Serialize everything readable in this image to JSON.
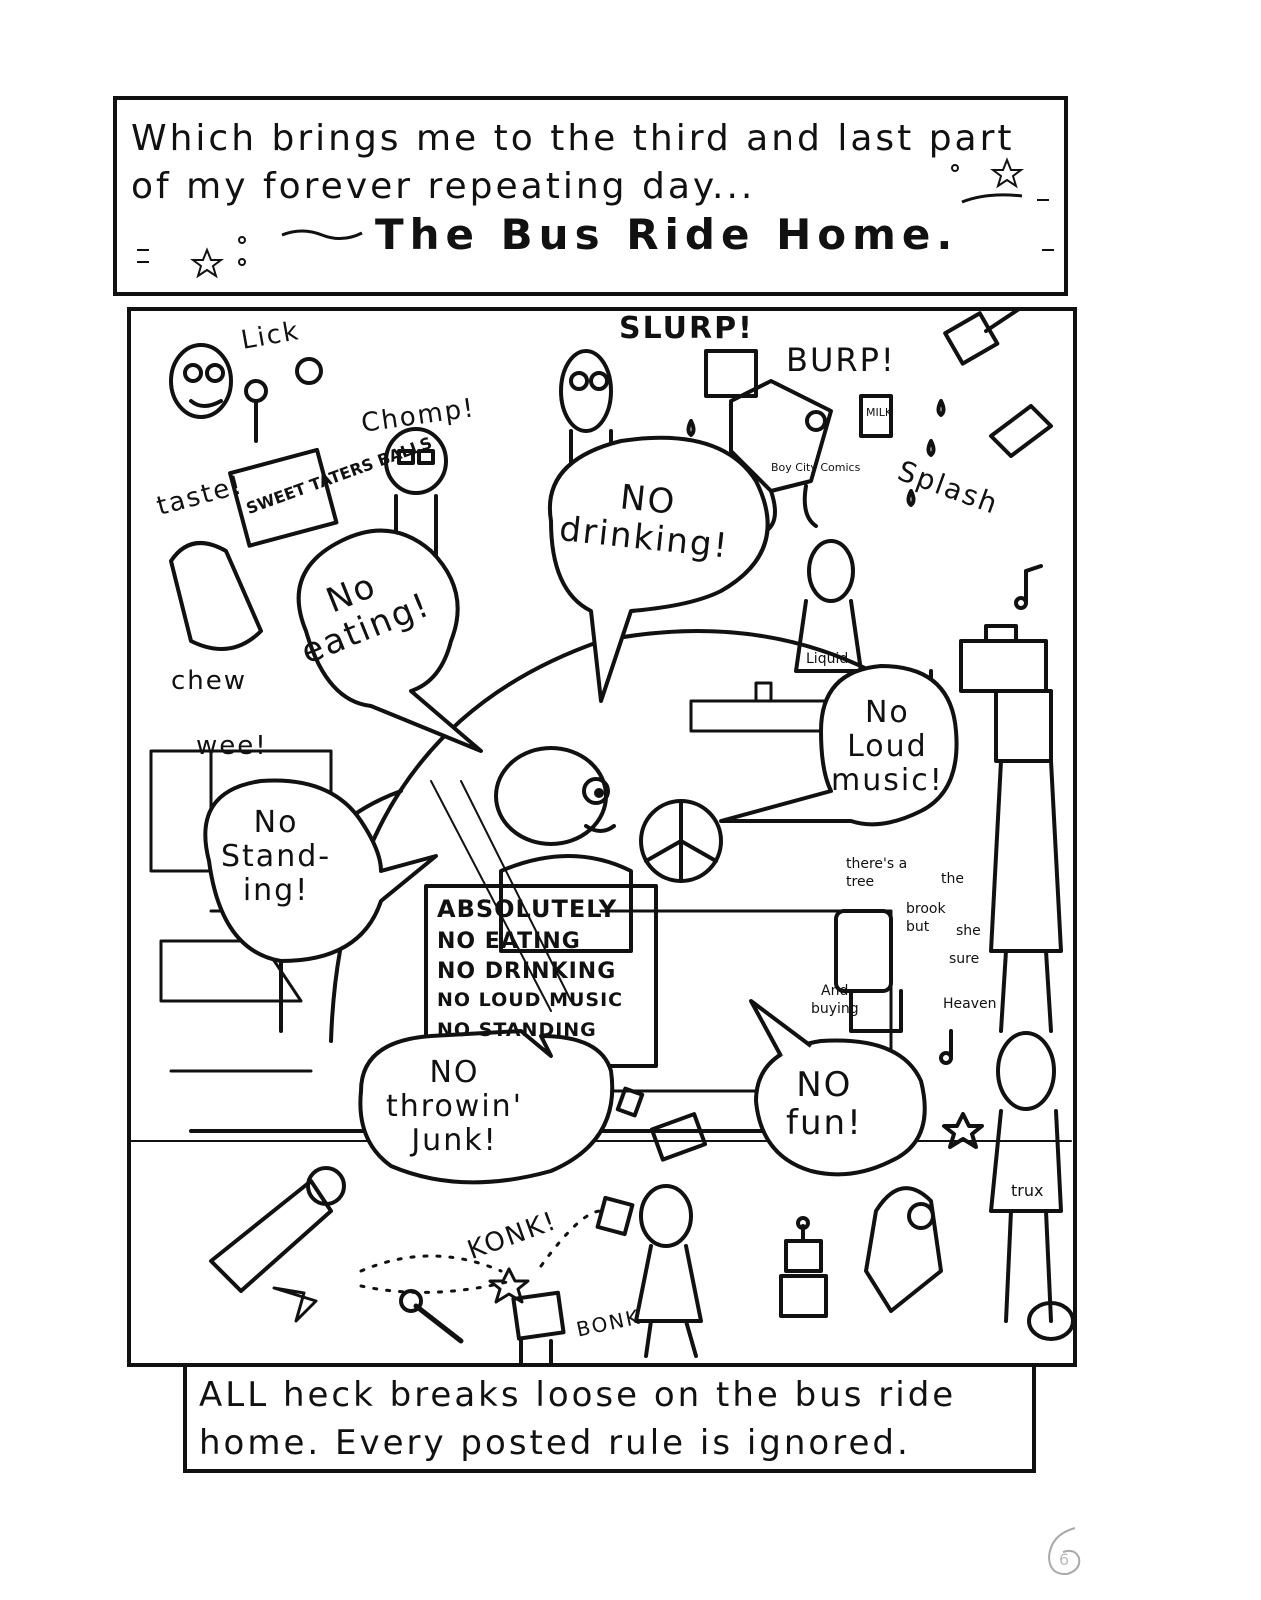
{
  "top_caption": {
    "line1": "Which brings me to the third and last part",
    "line2": "of my forever repeating day...",
    "title": "The Bus Ride Home."
  },
  "bubbles": {
    "no_eating": [
      "No",
      "eating!"
    ],
    "no_drinking": [
      "NO",
      "drinking!"
    ],
    "no_loud_music": [
      "No",
      "Loud",
      "music!"
    ],
    "no_standing": [
      "No",
      "Stand-",
      "ing!"
    ],
    "no_throwin_junk": [
      "NO",
      "throwin'",
      "Junk!"
    ],
    "no_fun": [
      "NO",
      "fun!"
    ]
  },
  "sign": {
    "lines": [
      "ABSOLUTELY",
      "NO EATING",
      "NO DRINKING",
      "NO LOUD MUSIC",
      "NO STANDING"
    ]
  },
  "sound_effects": {
    "lick": "Lick",
    "taste": "taste!",
    "chomp": "Chomp!",
    "slurp": "SLURP!",
    "burp": "BURP!",
    "splash": "Splash",
    "chew": "chew",
    "wee": "wee!",
    "konk": "KONK!",
    "bonk": "BONK"
  },
  "labels": {
    "sweet_taters": "SWEET TATERS BALLS",
    "boy_city_comics": "Boy City Comics",
    "liquid": "Liquid",
    "milk": "MILK",
    "trux": "trux",
    "lyrics": [
      "there's a",
      "tree",
      "the",
      "brook",
      "but",
      "she",
      "sure",
      "And",
      "buying",
      "Heaven"
    ]
  },
  "bottom_caption": {
    "line1": "ALL heck breaks loose on the bus ride",
    "line2": "home. Every posted rule is ignored."
  },
  "page_number": "6"
}
